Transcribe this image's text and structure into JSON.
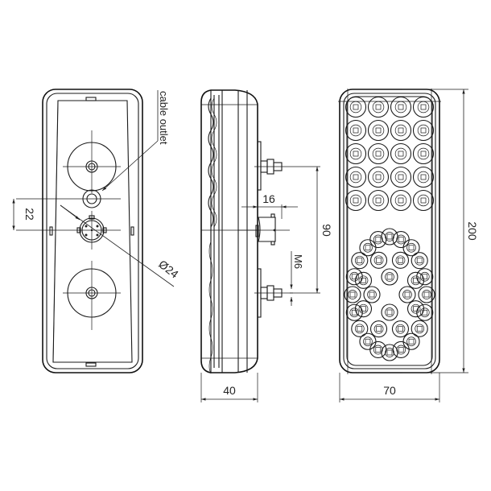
{
  "drawing": {
    "title": "LED rear lamp technical drawing",
    "views": [
      "back-view",
      "side-view",
      "front-view"
    ]
  },
  "labels": {
    "cable_outlet": "cable outlet",
    "dim_22": "22",
    "dim_d24": "Ø24",
    "dim_16": "16",
    "dim_90": "90",
    "dim_m6": "M6",
    "dim_40": "40",
    "dim_70": "70",
    "dim_200": "200"
  },
  "colors": {
    "line": "#1a1a1a",
    "background": "#ffffff"
  },
  "front_view": {
    "upper_grid": {
      "rows": 5,
      "cols": 4
    },
    "lower_cluster_led_count": 32
  }
}
